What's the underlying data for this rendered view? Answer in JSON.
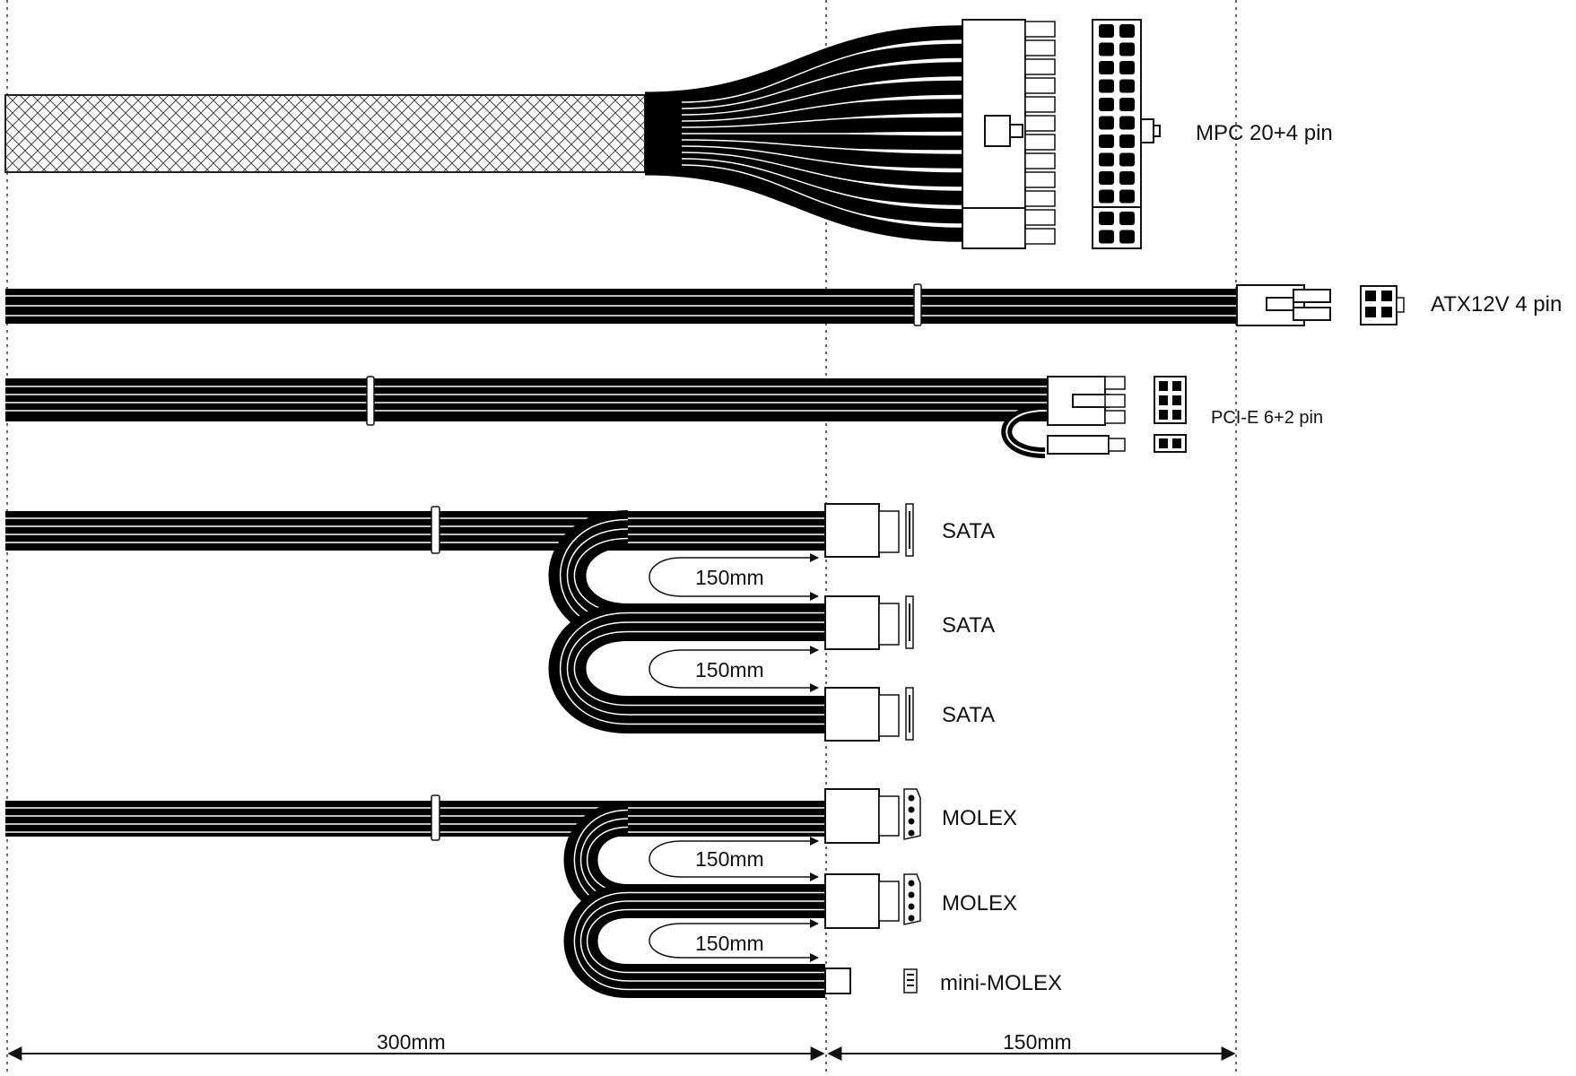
{
  "colors": {
    "cable": "#000000",
    "line": "#111111",
    "background": "#ffffff"
  },
  "connectors": {
    "mpc": "MPC 20+4 pin",
    "atx": "ATX12V 4 pin",
    "pcie": "PCI-E 6+2 pin",
    "sata": [
      "SATA",
      "SATA",
      "SATA"
    ],
    "molex": [
      "MOLEX",
      "MOLEX"
    ],
    "mini_molex": "mini-MOLEX"
  },
  "dimensions": {
    "main_length": "300mm",
    "extension_length": "150mm",
    "spacing_labels": [
      "150mm",
      "150mm",
      "150mm",
      "150mm"
    ]
  }
}
